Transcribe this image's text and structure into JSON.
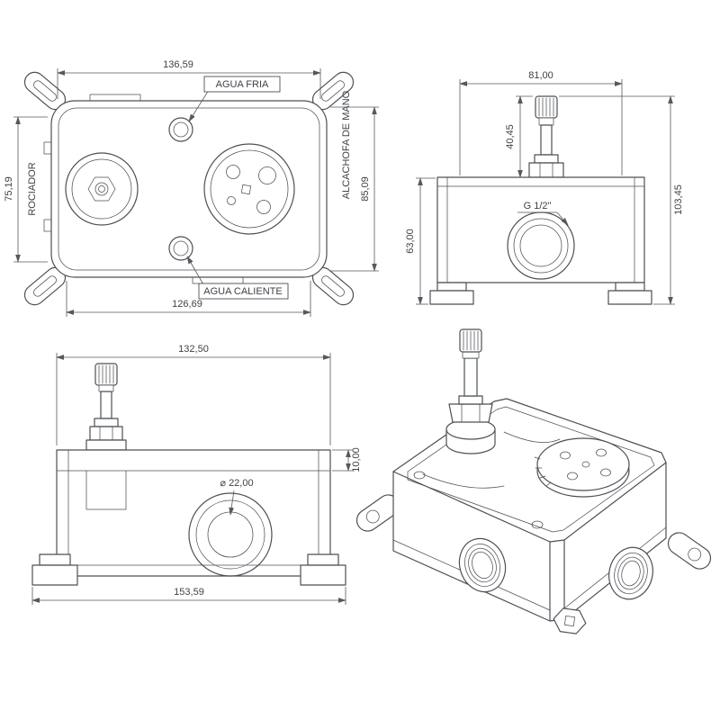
{
  "colors": {
    "line": "#4c5055",
    "dim": "#55595e",
    "text": "#3e4247",
    "background": "#ffffff"
  },
  "front_view": {
    "dim_top": "136,59",
    "dim_bottom": "126,69",
    "dim_left": "75,19",
    "dim_right": "85,09",
    "label_cold": "AGUA FRIA",
    "label_hot": "AGUA CALIENTE",
    "label_sprayer": "ROCIADOR",
    "label_handshower": "ALCACHOFA DE MANO"
  },
  "side_view": {
    "dim_width": "81,00",
    "dim_stem": "40,45",
    "dim_body": "63,00",
    "dim_total": "103,45",
    "label_thread": "G 1/2\""
  },
  "profile_view": {
    "dim_top": "132,50",
    "dim_step": "10,00",
    "label_bore": "⌀ 22,00",
    "dim_bottom": "153,59"
  }
}
